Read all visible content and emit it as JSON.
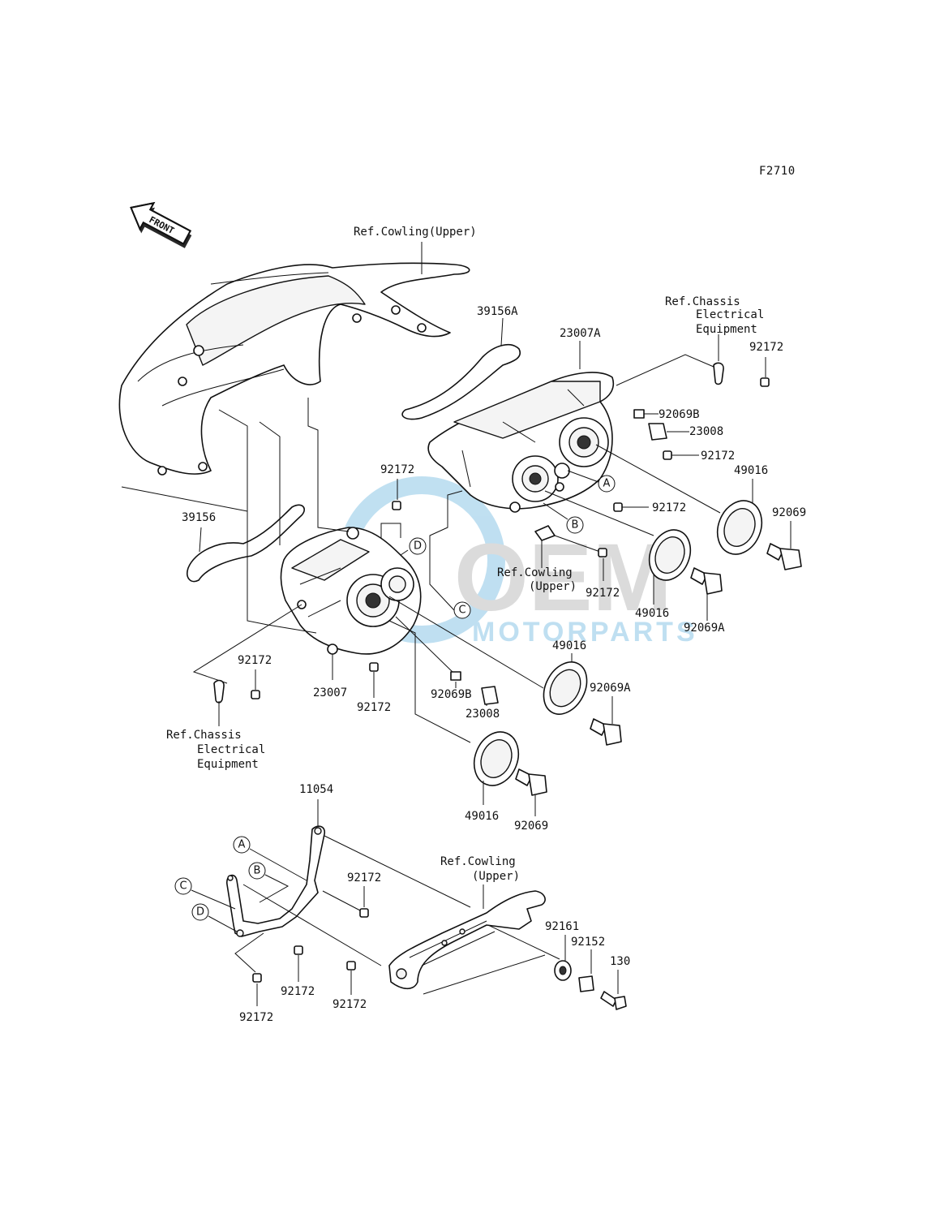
{
  "figure_code": "F2710",
  "front_label": "FRONT",
  "watermark": {
    "brand": "OEM",
    "sub": "MOTORPARTS",
    "color": "#4aa6d8"
  },
  "refs": {
    "cowling_top": "Ref.Cowling(Upper)",
    "chassis_right_1": "Ref.Chassis",
    "chassis_right_2": "Electrical",
    "chassis_right_3": "Equipment",
    "cowling_mid_1": "Ref.Cowling",
    "cowling_mid_2": "(Upper)",
    "chassis_left_1": "Ref.Chassis",
    "chassis_left_2": "Electrical",
    "chassis_left_3": "Equipment",
    "cowling_bottom_1": "Ref.Cowling",
    "cowling_bottom_2": "(Upper)"
  },
  "parts": {
    "p39156A": "39156A",
    "p23007A": "23007A",
    "p92172_r1": "92172",
    "p92069B_r": "92069B",
    "p23008_r": "23008",
    "p92172_r2": "92172",
    "p49016_r1": "49016",
    "p92069_r": "92069",
    "p92172_c1": "92172",
    "p92172_c2": "92172",
    "p92172_c3": "92172",
    "p49016_r2": "49016",
    "p92069A_r": "92069A",
    "p39156": "39156",
    "p92172_l1": "92172",
    "p23007": "23007",
    "p92172_l2": "92172",
    "p92069B_l": "92069B",
    "p23008_l": "23008",
    "p49016_m": "49016",
    "p92069A_m": "92069A",
    "p49016_l": "49016",
    "p92069_l": "92069",
    "p11054": "11054",
    "p92172_b1": "92172",
    "p92172_b2": "92172",
    "p92172_b3": "92172",
    "p92172_b4": "92172",
    "p92161": "92161",
    "p92152": "92152",
    "p130": "130"
  },
  "callouts": {
    "A": "A",
    "B": "B",
    "C": "C",
    "D": "D",
    "A2": "A",
    "B2": "B",
    "C2": "C",
    "D2": "D"
  }
}
